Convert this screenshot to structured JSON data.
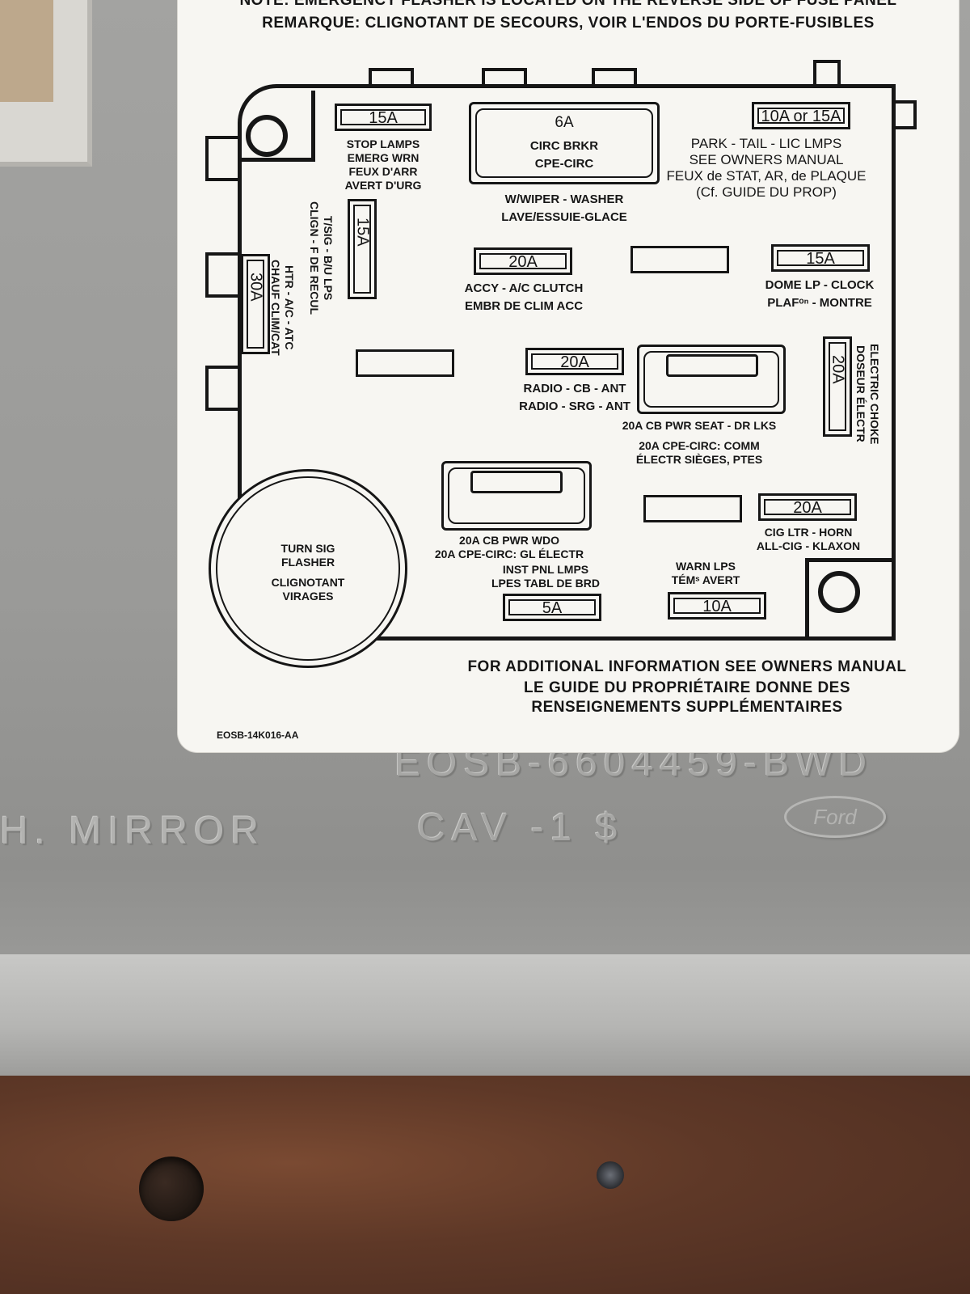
{
  "label": {
    "note_en": "NOTE: EMERGENCY FLASHER IS LOCATED ON THE REVERSE SIDE OF FUSE PANEL",
    "note_fr": "REMARQUE: CLIGNOTANT DE SECOURS, VOIR L'ENDOS DU PORTE-FUSIBLES",
    "fuses": {
      "stop_lamps": "15A",
      "circ_brkr": "6A",
      "park_tail": "10A or 15A",
      "turn_sig": "15A",
      "htr_ac": "30A",
      "accy": "20A",
      "dome": "15A",
      "radio": "20A",
      "choke": "20A",
      "cig": "20A",
      "inst_pnl": "5A",
      "warn": "10A"
    },
    "text": {
      "stop_lamps_1": "STOP LAMPS",
      "stop_lamps_2": "EMERG WRN",
      "stop_lamps_3": "FEUX D'ARR",
      "stop_lamps_4": "AVERT D'URG",
      "circ_brkr_1": "CIRC BRKR",
      "circ_brkr_2": "CPE-CIRC",
      "wiper_1": "W/WIPER - WASHER",
      "wiper_2": "LAVE/ESSUIE-GLACE",
      "park_1": "PARK - TAIL - LIC LMPS",
      "park_2": "SEE OWNERS MANUAL",
      "park_3": "FEUX de STAT, AR, de PLAQUE",
      "park_4": "(Cf. GUIDE DU PROP)",
      "turn_1": "T/SIG - B/U LPS",
      "turn_2": "CLIGN - F DE RECUL",
      "htr_1": "HTR - A/C - ATC",
      "htr_2": "CHAUF CLIM/CAT",
      "accy_1": "ACCY - A/C CLUTCH",
      "accy_2": "EMBR DE CLIM ACC",
      "dome_1": "DOME LP - CLOCK",
      "dome_2": "PLAFᵒⁿ - MONTRE",
      "radio_1": "RADIO - CB - ANT",
      "radio_2": "RADIO - SRG - ANT",
      "seat_1": "20A CB PWR SEAT - DR LKS",
      "seat_2": "20A CPE-CIRC: COMM",
      "seat_3": "ÉLECTR SIÈGES, PTES",
      "choke_1": "ELECTRIC CHOKE",
      "choke_2": "DOSEUR ÉLECTR",
      "wdo_1": "20A CB PWR WDO",
      "wdo_2": "20A CPE-CIRC: GL ÉLECTR",
      "inst_1": "INST PNL LMPS",
      "inst_2": "LPES TABL DE BRD",
      "warn_1": "WARN LPS",
      "warn_2": "TÉMˢ AVERT",
      "cig_1": "CIG LTR - HORN",
      "cig_2": "ALL-CIG - KLAXON",
      "flasher_1": "TURN SIG",
      "flasher_2": "FLASHER",
      "flasher_3": "CLIGNOTANT",
      "flasher_4": "VIRAGES"
    },
    "footer_1": "FOR ADDITIONAL INFORMATION SEE OWNERS MANUAL",
    "footer_2": "LE GUIDE DU PROPRIÉTAIRE DONNE DES",
    "footer_3": "RENSEIGNEMENTS SUPPLÉMENTAIRES",
    "part_code": "EOSB-14K016-AA"
  },
  "panel": {
    "emboss_mirror": "H. MIRROR",
    "emboss_part": "EOSB-6604459-BWD",
    "emboss_cav": "CAV -1 $",
    "logo": "Ford"
  }
}
